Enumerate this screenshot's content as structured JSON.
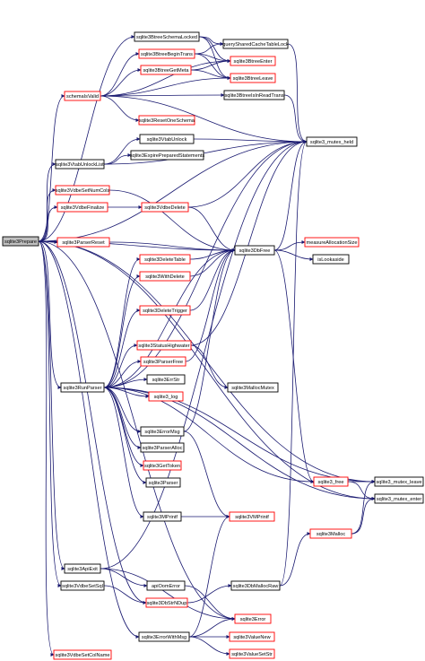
{
  "graph": {
    "root": "sqlite3Prepare",
    "nodes": [
      {
        "id": "n0",
        "label": "sqlite3Prepare",
        "style": "root"
      },
      {
        "id": "n1",
        "label": "sqlite3BtreeSchemaLocked",
        "style": "black"
      },
      {
        "id": "n2",
        "label": "querySharedCacheTableLock",
        "style": "black"
      },
      {
        "id": "n3",
        "label": "sqlite3BtreeBeginTrans",
        "style": "red"
      },
      {
        "id": "n4",
        "label": "sqlite3BtreeEnter",
        "style": "red"
      },
      {
        "id": "n5",
        "label": "sqlite3BtreeGetMeta",
        "style": "red"
      },
      {
        "id": "n6",
        "label": "sqlite3BtreeLeave",
        "style": "red"
      },
      {
        "id": "n7",
        "label": "schemaIsValid",
        "style": "red"
      },
      {
        "id": "n8",
        "label": "sqlite3BtreeIsInReadTrans",
        "style": "black"
      },
      {
        "id": "n9",
        "label": "sqlite3ResetOneSchema",
        "style": "red"
      },
      {
        "id": "n10",
        "label": "sqlite3_mutex_held",
        "style": "black"
      },
      {
        "id": "n11",
        "label": "sqlite3VtabUnlock",
        "style": "black"
      },
      {
        "id": "n12",
        "label": "sqlite3VtabUnlockList",
        "style": "black"
      },
      {
        "id": "n13",
        "label": "sqlite3ExpirePreparedStatements",
        "style": "black"
      },
      {
        "id": "n14",
        "label": "sqlite3VdbeSetNumCols",
        "style": "red"
      },
      {
        "id": "n15",
        "label": "sqlite3VdbeFinalize",
        "style": "red"
      },
      {
        "id": "n16",
        "label": "sqlite3VdbeDelete",
        "style": "red"
      },
      {
        "id": "n17",
        "label": "sqlite3ParserReset",
        "style": "red"
      },
      {
        "id": "n18",
        "label": "sqlite3DbFree",
        "style": "black"
      },
      {
        "id": "n19",
        "label": "measureAllocationSize",
        "style": "red"
      },
      {
        "id": "n20",
        "label": "isLookaside",
        "style": "black"
      },
      {
        "id": "n21",
        "label": "sqlite3DeleteTable",
        "style": "red"
      },
      {
        "id": "n22",
        "label": "sqlite3WithDelete",
        "style": "red"
      },
      {
        "id": "n23",
        "label": "sqlite3DeleteTrigger",
        "style": "red"
      },
      {
        "id": "n24",
        "label": "sqlite3StatusHighwater",
        "style": "red"
      },
      {
        "id": "n25",
        "label": "sqlite3ParserFree",
        "style": "red"
      },
      {
        "id": "n26",
        "label": "sqlite3RunParser",
        "style": "black"
      },
      {
        "id": "n27",
        "label": "sqlite3ErrStr",
        "style": "black"
      },
      {
        "id": "n28",
        "label": "sqlite3MallocMutex",
        "style": "black"
      },
      {
        "id": "n29",
        "label": "sqlite3_log",
        "style": "red"
      },
      {
        "id": "n30",
        "label": "sqlite3ErrorMsg",
        "style": "black"
      },
      {
        "id": "n31",
        "label": "sqlite3ParserAlloc",
        "style": "black"
      },
      {
        "id": "n32",
        "label": "sqlite3GetToken",
        "style": "red"
      },
      {
        "id": "n33",
        "label": "sqlite3Parser",
        "style": "black"
      },
      {
        "id": "n34",
        "label": "sqlite3_free",
        "style": "red"
      },
      {
        "id": "n35",
        "label": "sqlite3_mutex_leave",
        "style": "black"
      },
      {
        "id": "n36",
        "label": "sqlite3_mutex_enter",
        "style": "black"
      },
      {
        "id": "n37",
        "label": "sqlite3MPrintf",
        "style": "black"
      },
      {
        "id": "n38",
        "label": "sqlite3VMPrintf",
        "style": "red"
      },
      {
        "id": "n39",
        "label": "sqlite3Malloc",
        "style": "red"
      },
      {
        "id": "n40",
        "label": "sqlite3ApiExit",
        "style": "black"
      },
      {
        "id": "n41",
        "label": "apiOomError",
        "style": "black"
      },
      {
        "id": "n42",
        "label": "sqlite3VdbeSetSql",
        "style": "black"
      },
      {
        "id": "n43",
        "label": "sqlite3DbMallocRaw",
        "style": "black"
      },
      {
        "id": "n44",
        "label": "sqlite3DbStrNDup",
        "style": "red"
      },
      {
        "id": "n45",
        "label": "sqlite3Error",
        "style": "red"
      },
      {
        "id": "n46",
        "label": "sqlite3ErrorWithMsg",
        "style": "black"
      },
      {
        "id": "n47",
        "label": "sqlite3ValueNew",
        "style": "red"
      },
      {
        "id": "n48",
        "label": "sqlite3VdbeSetColName",
        "style": "red"
      },
      {
        "id": "n49",
        "label": "sqlite3ValueSetStr",
        "style": "red"
      }
    ],
    "edges": [
      [
        "n0",
        "n1"
      ],
      [
        "n0",
        "n7"
      ],
      [
        "n0",
        "n12"
      ],
      [
        "n0",
        "n14"
      ],
      [
        "n0",
        "n15"
      ],
      [
        "n0",
        "n17"
      ],
      [
        "n0",
        "n18"
      ],
      [
        "n0",
        "n26"
      ],
      [
        "n0",
        "n40"
      ],
      [
        "n0",
        "n42"
      ],
      [
        "n0",
        "n44"
      ],
      [
        "n0",
        "n46"
      ],
      [
        "n0",
        "n45"
      ],
      [
        "n0",
        "n48"
      ],
      [
        "n0",
        "n10"
      ],
      [
        "n0",
        "n36"
      ],
      [
        "n0",
        "n35"
      ],
      [
        "n1",
        "n2"
      ],
      [
        "n1",
        "n4"
      ],
      [
        "n1",
        "n6"
      ],
      [
        "n7",
        "n3"
      ],
      [
        "n7",
        "n5"
      ],
      [
        "n7",
        "n8"
      ],
      [
        "n7",
        "n9"
      ],
      [
        "n7",
        "n10"
      ],
      [
        "n7",
        "n4"
      ],
      [
        "n7",
        "n6"
      ],
      [
        "n3",
        "n4"
      ],
      [
        "n3",
        "n6"
      ],
      [
        "n3",
        "n2"
      ],
      [
        "n5",
        "n4"
      ],
      [
        "n5",
        "n6"
      ],
      [
        "n8",
        "n10"
      ],
      [
        "n2",
        "n10"
      ],
      [
        "n12",
        "n11"
      ],
      [
        "n12",
        "n13"
      ],
      [
        "n12",
        "n10"
      ],
      [
        "n11",
        "n10"
      ],
      [
        "n14",
        "n18"
      ],
      [
        "n15",
        "n16"
      ],
      [
        "n16",
        "n18"
      ],
      [
        "n16",
        "n10"
      ],
      [
        "n17",
        "n18"
      ],
      [
        "n18",
        "n19"
      ],
      [
        "n18",
        "n20"
      ],
      [
        "n18",
        "n10"
      ],
      [
        "n18",
        "n34"
      ],
      [
        "n26",
        "n21"
      ],
      [
        "n26",
        "n22"
      ],
      [
        "n26",
        "n23"
      ],
      [
        "n26",
        "n24"
      ],
      [
        "n26",
        "n25"
      ],
      [
        "n26",
        "n27"
      ],
      [
        "n26",
        "n29"
      ],
      [
        "n26",
        "n30"
      ],
      [
        "n26",
        "n31"
      ],
      [
        "n26",
        "n32"
      ],
      [
        "n26",
        "n33"
      ],
      [
        "n26",
        "n37"
      ],
      [
        "n26",
        "n18"
      ],
      [
        "n26",
        "n34"
      ],
      [
        "n26",
        "n10"
      ],
      [
        "n26",
        "n36"
      ],
      [
        "n26",
        "n35"
      ],
      [
        "n21",
        "n18"
      ],
      [
        "n22",
        "n18"
      ],
      [
        "n23",
        "n18"
      ],
      [
        "n24",
        "n28"
      ],
      [
        "n24",
        "n10"
      ],
      [
        "n25",
        "n18"
      ],
      [
        "n30",
        "n38"
      ],
      [
        "n30",
        "n18"
      ],
      [
        "n37",
        "n38"
      ],
      [
        "n34",
        "n35"
      ],
      [
        "n34",
        "n36"
      ],
      [
        "n39",
        "n35"
      ],
      [
        "n39",
        "n36"
      ],
      [
        "n40",
        "n41"
      ],
      [
        "n40",
        "n45"
      ],
      [
        "n40",
        "n10"
      ],
      [
        "n41",
        "n45"
      ],
      [
        "n42",
        "n44"
      ],
      [
        "n44",
        "n43"
      ],
      [
        "n43",
        "n39"
      ],
      [
        "n43",
        "n10"
      ],
      [
        "n46",
        "n45"
      ],
      [
        "n46",
        "n47"
      ],
      [
        "n46",
        "n49"
      ],
      [
        "n46",
        "n38"
      ]
    ]
  }
}
